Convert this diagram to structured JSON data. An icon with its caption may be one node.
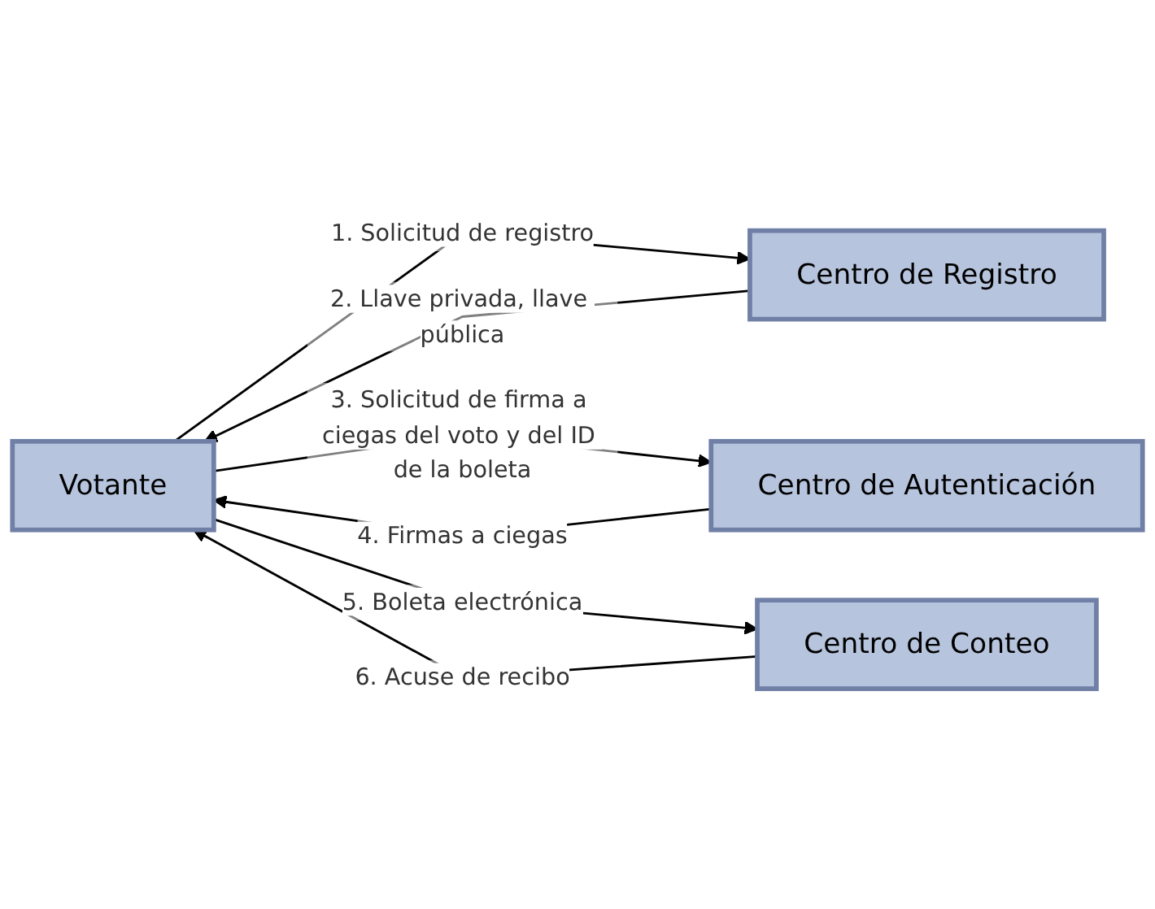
{
  "diagram": {
    "nodes": [
      {
        "text": [
          "Votante"
        ]
      },
      {
        "text": [
          "Centro de Registro"
        ]
      },
      {
        "text": [
          "Centro de Autenticación"
        ]
      },
      {
        "text": [
          "Centro de Conteo"
        ]
      }
    ],
    "edges": [
      {
        "from": 0,
        "to": 1,
        "arrow": "to",
        "label": "1. Solicitud de registro"
      },
      {
        "from": 1,
        "to": 0,
        "arrow": "to",
        "label": "2. Llave privada, llave pública"
      },
      {
        "from": 0,
        "to": 2,
        "arrow": "to",
        "label": "3. Solicitud de firma a ciegas del voto y del ID de la boleta"
      },
      {
        "from": 2,
        "to": 0,
        "arrow": "to",
        "label": "4. Firmas a ciegas"
      },
      {
        "from": 0,
        "to": 3,
        "arrow": "to",
        "label": "5. Boleta electrónica"
      },
      {
        "from": 3,
        "to": 0,
        "arrow": "to",
        "label": "6. Acuse de recibo"
      }
    ]
  }
}
